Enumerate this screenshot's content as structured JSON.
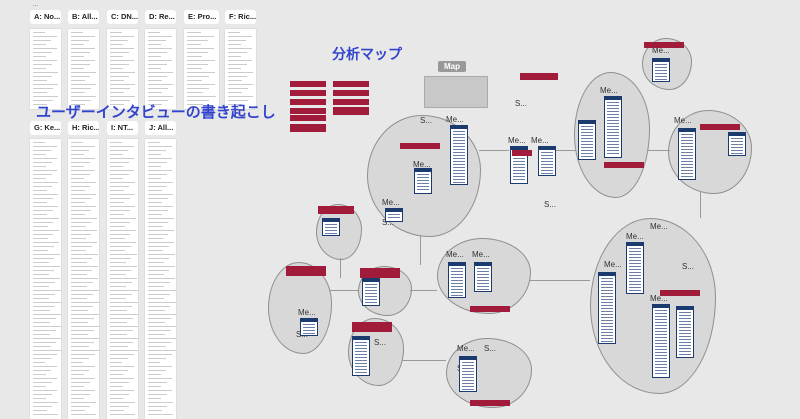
{
  "top_label": "...",
  "tabs": [
    {
      "label": "A: No..."
    },
    {
      "label": "B: All..."
    },
    {
      "label": "C: DN..."
    },
    {
      "label": "D: Re..."
    },
    {
      "label": "E: Pro..."
    },
    {
      "label": "F: Ric..."
    },
    {
      "label": "G: Ke..."
    },
    {
      "label": "H: Ric..."
    },
    {
      "label": "I: NT..."
    },
    {
      "label": "J: All..."
    }
  ],
  "section_title": "ユーザーインタビューの書き起こし",
  "analysis_title": "分析マップ",
  "map_label": "Map",
  "memo_label": "Me...",
  "small_label": "S...",
  "colors": {
    "accent": "#3344cc",
    "tag": "#a11c3a",
    "card": "#1b3a6e",
    "canvas": "#e8e8e8"
  }
}
